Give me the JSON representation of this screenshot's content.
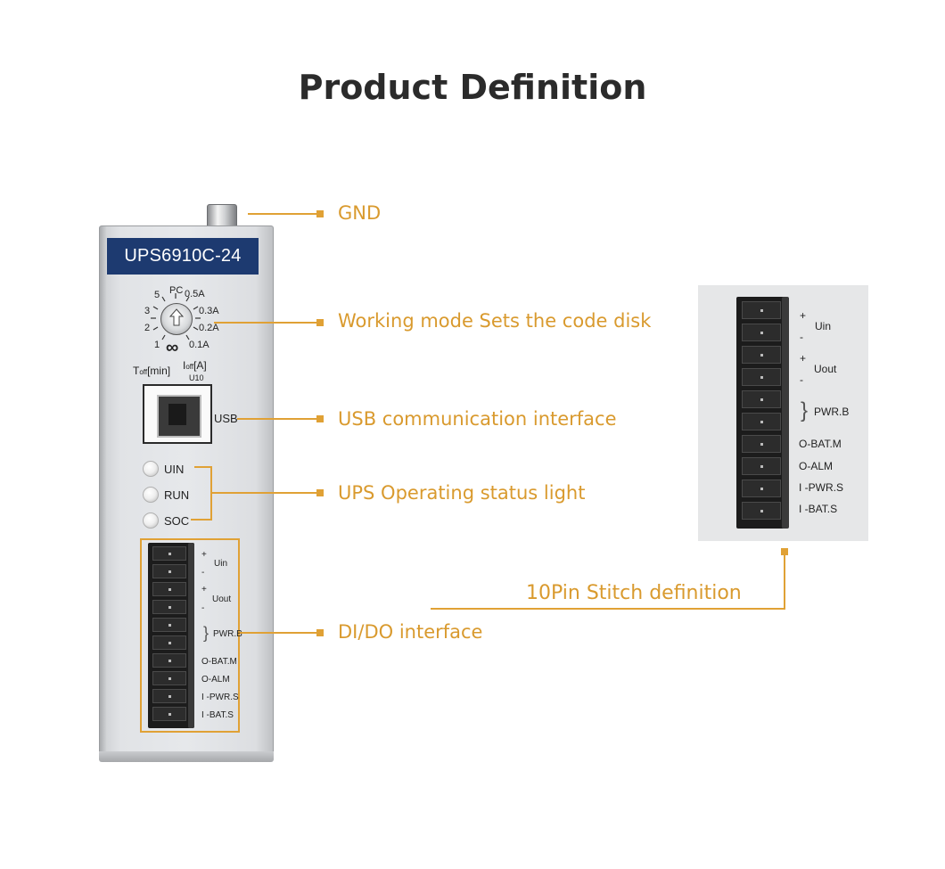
{
  "title": "Product Definition",
  "device": {
    "model": "UPS6910C-24",
    "dial": {
      "top_label": "PC",
      "left_labels": [
        "5",
        "3",
        "2",
        "1"
      ],
      "right_labels": [
        "0.5A",
        "0.3A",
        "0.2A",
        "0.1A"
      ],
      "bottom_symbol": "∞",
      "toff_label": "T",
      "toff_sub": "off",
      "toff_unit": "[min]",
      "ioff_label": "I",
      "ioff_sub": "off",
      "ioff_unit": "[A]",
      "u10_label": "U10"
    },
    "usb_label": "USB",
    "leds": [
      "UIN",
      "RUN",
      "SOC"
    ],
    "terminal_labels": {
      "plus": "+",
      "minus": "-",
      "uin": "Uin",
      "uout": "Uout",
      "pwrb": "PWR.B",
      "obatm": "O-BAT.M",
      "oalm": "O-ALM",
      "ipwrs": "I -PWR.S",
      "ibats": "I -BAT.S"
    }
  },
  "callouts": {
    "gnd": "GND",
    "working_mode": "Working mode Sets the code disk",
    "usb": "USB communication interface",
    "status_light": "UPS Operating status light",
    "dido": "DI/DO interface",
    "stitch": "10Pin Stitch definition"
  },
  "colors": {
    "accent": "#e0a135",
    "callout_text": "#d99a2e",
    "model_plate": "#1d3a70",
    "title": "#2b2b2b"
  }
}
